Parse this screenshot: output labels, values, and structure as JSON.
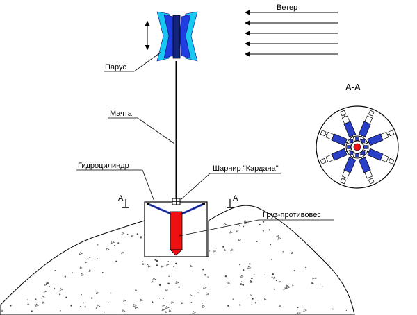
{
  "labels": {
    "wind": "Ветер",
    "sail": "Парус",
    "mast": "Мачта",
    "hydrocylinder": "Гидроцилиндр",
    "cardan": "Шарнир \"Кардана\"",
    "counterweight": "Груз-противовес",
    "section": "А-А",
    "cut_left": "А",
    "cut_right": "А"
  },
  "colors": {
    "sail_blue": "#1f3de0",
    "sail_cyan": "#18c8f0",
    "mast": "#000000",
    "counterweight": "#ee1111",
    "cylinder_blue": "#2a40c8",
    "ground_dots": "#444444",
    "lines": "#000000"
  },
  "icons": {
    "wind_arrows": "arrow-left-icon",
    "sail_motion": "double-arrow-vertical-icon"
  }
}
